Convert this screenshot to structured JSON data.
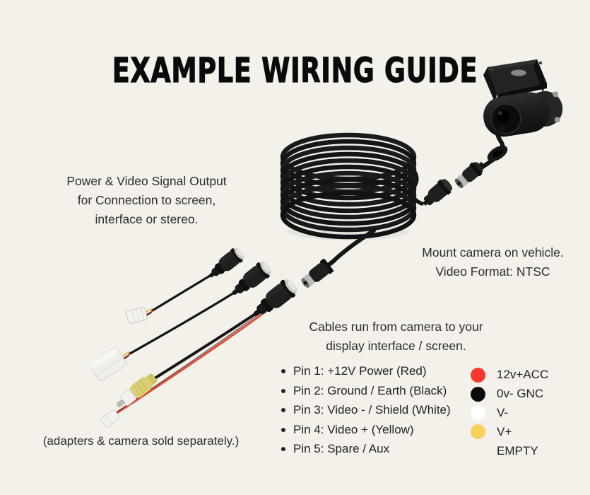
{
  "page": {
    "title": "EXAMPLE WIRING GUIDE",
    "background_color": "#f3f1ea",
    "text_color": "#2b2926",
    "title_color": "#0a0a0a"
  },
  "annotations": {
    "output_note": "Power & Video Signal Output\nfor Connection to screen,\ninterface or stereo.",
    "mount_note": "Mount camera on vehicle.\nVideo Format: NTSC",
    "cables_note": "Cables run from camera to your\ndisplay interface / screen.",
    "separate_note": "(adapters & camera sold separately.)"
  },
  "pins": {
    "items": [
      "Pin 1: +12V Power (Red)",
      "Pin 2: Ground / Earth (Black)",
      "Pin 3: Video - / Shield (White)",
      "Pin 4: Video + (Yellow)",
      "Pin 5: Spare / Aux"
    ]
  },
  "legend": {
    "items": [
      {
        "label": "12v+ACC",
        "color": "#f8382c"
      },
      {
        "label": "0v- GNC",
        "color": "#0b0b0b"
      },
      {
        "label": "V-",
        "color": "#ffffff"
      },
      {
        "label": "V+",
        "color": "#f8d05e"
      },
      {
        "label": "EMPTY",
        "color": null
      }
    ]
  },
  "images": {
    "camera": "vehicle-camera-with-bracket",
    "coil": "coiled-video-power-cable",
    "adapters": "adapter-pigtail-cables"
  }
}
